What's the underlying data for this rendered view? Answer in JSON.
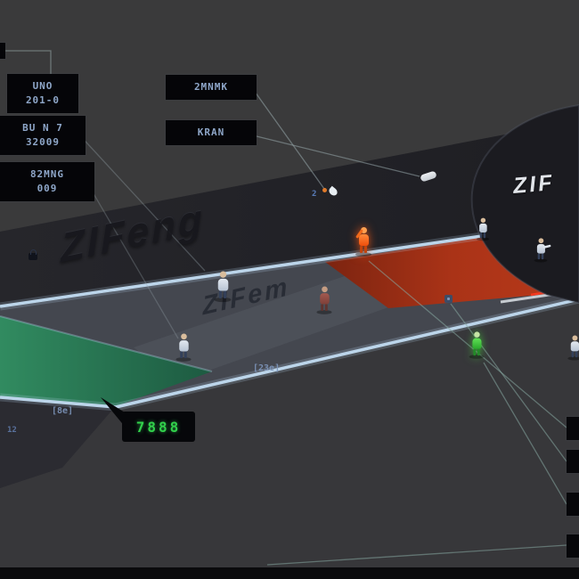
{
  "colors": {
    "background": "#3a3a3b",
    "wall_band": "#232328",
    "court_surface": "#44474f",
    "red_zone": "#a83115",
    "green_zone": "#2a7352",
    "court_line": "#bcd5ea",
    "selected_player": "#f25a14",
    "ally_player": "#38c73a",
    "score_text": "#32d14b",
    "callout_text": "#8ea6c8"
  },
  "brand": {
    "wall_logo": "ZIFeng",
    "court_logo": "ZIFem",
    "curtain_logo": "ZIF"
  },
  "callouts": {
    "left": [
      {
        "line1": "UNO",
        "line2": "201-0"
      },
      {
        "line1": "BU N 7",
        "line2": "32009"
      },
      {
        "line1": "82MNG",
        "line2": "009"
      }
    ],
    "top": [
      {
        "line1": "2MNMK"
      },
      {
        "line1": "KRAN"
      }
    ]
  },
  "scoreboard": {
    "value": "7888"
  },
  "map_labels": {
    "mid_zone": "[23e]",
    "left_zone": "[8e]",
    "shuttle_count": "2",
    "corner": "12"
  },
  "icons": {
    "lock": "lock-icon",
    "shuttle": "shuttlecock-icon",
    "towel": "towel-icon",
    "badge": "marker-badge-icon"
  }
}
